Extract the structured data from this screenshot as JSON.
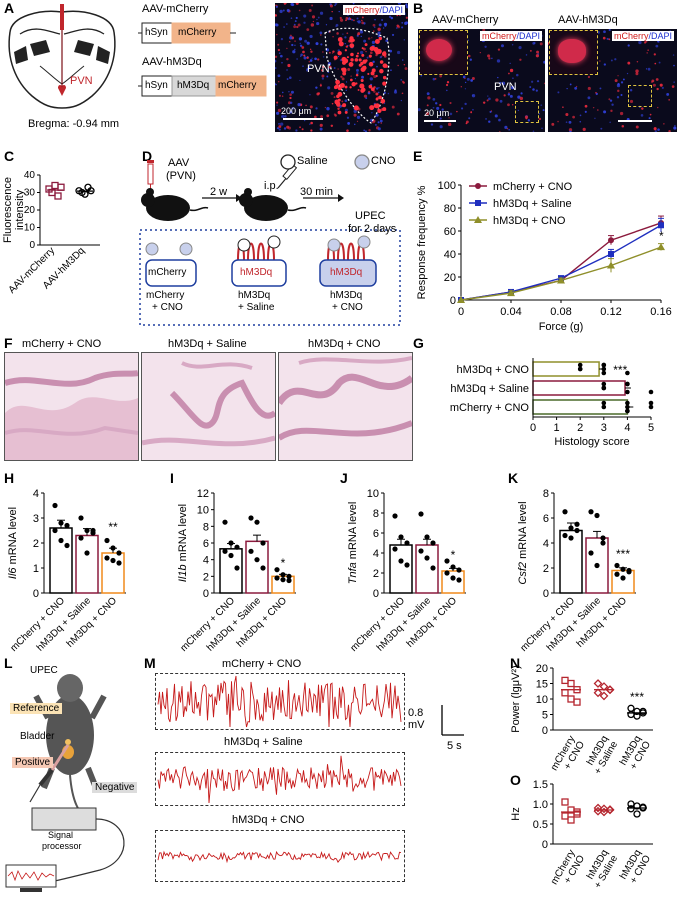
{
  "panels": {
    "A": {
      "label": "A",
      "pvn": "PVN",
      "bregma": "Bregma: -0.94 mm",
      "construct1_title": "AAV-mCherry",
      "construct2_title": "AAV-hM3Dq",
      "promoter": "hSyn",
      "mcherry": "mCherry",
      "hm3dq": "hM3Dq",
      "micro_label_red": "mCherry",
      "micro_label_blue": "/DAPI",
      "micro_pvn": "PVN",
      "scalebar": "200 μm"
    },
    "B": {
      "label": "B",
      "title1": "AAV-mCherry",
      "title2": "AAV-hM3Dq",
      "red": "mCherry",
      "blue": "/DAPI",
      "pvn": "PVN",
      "scalebar": "20 μm"
    },
    "C": {
      "label": "C",
      "ylabel": "Fluorescence intensity",
      "yticks": [
        "0",
        "10",
        "20",
        "30",
        "40"
      ],
      "xticks": [
        "AAV-mCherry",
        "AAV-hM3Dq"
      ]
    },
    "D": {
      "label": "D",
      "aav": "AAV",
      "aav2": "(PVN)",
      "saline": "Saline",
      "cno": "CNO",
      "step1": "2 w",
      "ip": "i.p.",
      "step2": "30 min",
      "upec1": "UPEC",
      "upec2": "for 2 days",
      "box1_inner": "mCherry",
      "box2_inner": "hM3Dq",
      "box3_inner": "hM3Dq",
      "box1_l1": "mCherry",
      "box1_l2": "+ CNO",
      "box2_l1": "hM3Dq",
      "box2_l2": "+ Saline",
      "box3_l1": "hM3Dq",
      "box3_l2": "+ CNO"
    },
    "E": {
      "label": "E"
    },
    "F": {
      "label": "F",
      "titles": [
        "mCherry + CNO",
        "hM3Dq + Saline",
        "hM3Dq + CNO"
      ]
    },
    "G": {
      "label": "G"
    },
    "H": {
      "label": "H"
    },
    "I": {
      "label": "I"
    },
    "J": {
      "label": "J"
    },
    "K": {
      "label": "K"
    },
    "L": {
      "label": "L",
      "upec": "UPEC",
      "reference": "Reference",
      "bladder": "Bladder",
      "positive": "Positive",
      "negative": "Negative",
      "signal1": "Signal",
      "signal2": "processor"
    },
    "M": {
      "label": "M",
      "traces": [
        "mCherry + CNO",
        "hM3Dq + Saline",
        "hM3Dq + CNO"
      ],
      "scale_v": "0.8 mV",
      "scale_t": "5 s",
      "amplitudes": [
        1.0,
        0.62,
        0.22
      ]
    },
    "N": {
      "label": "N"
    },
    "O": {
      "label": "O"
    }
  },
  "colors": {
    "mcherry_cno": "#8b1a3d",
    "hm3dq_saline": "#1f2fbf",
    "hm3dq_cno": "#8f8f2a",
    "bar_mch": "#000000",
    "bar_sal": "#8b1a3d",
    "bar_cno": "#f08a1c",
    "trace": "#c61a1a",
    "mcherry_fill": "#f2b48a",
    "dot_border": "#1f3f9f",
    "n_red": "#b5262f"
  },
  "chart_data": [
    {
      "id": "C",
      "type": "scatter",
      "ylabel": "Fluorescence intensity",
      "ylim": [
        0,
        40
      ],
      "categories": [
        "AAV-mCherry",
        "AAV-hM3Dq"
      ],
      "series": [
        {
          "values": [
            32,
            30,
            34,
            28,
            33
          ]
        },
        {
          "values": [
            31,
            30,
            29,
            33,
            31
          ]
        }
      ]
    },
    {
      "id": "E",
      "type": "line",
      "xlabel": "Force (g)",
      "ylabel": "Response frequency %",
      "xlim": [
        0,
        0.16
      ],
      "ylim": [
        0,
        100
      ],
      "xticks": [
        "0",
        "0.04",
        "0.08",
        "0.12",
        "0.16"
      ],
      "yticks": [
        "0",
        "20",
        "40",
        "60",
        "80",
        "100"
      ],
      "x": [
        0,
        0.04,
        0.08,
        0.12,
        0.16
      ],
      "legend_position": "top-left",
      "series": [
        {
          "name": "mCherry + CNO",
          "values": [
            0,
            7,
            17,
            52,
            67
          ],
          "err": [
            0,
            2,
            2,
            4,
            6
          ],
          "marker": "circle"
        },
        {
          "name": "hM3Dq + Saline",
          "values": [
            0,
            7,
            19,
            40,
            65
          ],
          "err": [
            0,
            2,
            2,
            4,
            6
          ],
          "marker": "square"
        },
        {
          "name": "hM3Dq + CNO",
          "values": [
            0,
            6,
            17,
            30,
            46
          ],
          "err": [
            0,
            2,
            2,
            6,
            3
          ],
          "marker": "triangle"
        }
      ],
      "annotations": [
        "*"
      ]
    },
    {
      "id": "G",
      "type": "bar",
      "orientation": "horizontal",
      "xlabel": "Histology score",
      "xlim": [
        0,
        5
      ],
      "xticks": [
        "0",
        "1",
        "2",
        "3",
        "4",
        "5"
      ],
      "categories": [
        "hM3Dq + CNO",
        "hM3Dq + Saline",
        "mCherry + CNO"
      ],
      "values": [
        2.8,
        3.9,
        4.0
      ],
      "points": [
        [
          2,
          2,
          3,
          3,
          3,
          4,
          3,
          2
        ],
        [
          3,
          3,
          4,
          4,
          3,
          5,
          4,
          3
        ],
        [
          3,
          4,
          4,
          5,
          5,
          4,
          4,
          3
        ]
      ],
      "annotations": [
        "***"
      ]
    },
    {
      "id": "H",
      "type": "bar",
      "ylabel": "Il6 mRNA level",
      "ylim": [
        0,
        4
      ],
      "yticks": [
        "0",
        "1",
        "2",
        "3",
        "4"
      ],
      "categories": [
        "mCherry + CNO",
        "hM3Dq + Saline",
        "hM3Dq + CNO"
      ],
      "values": [
        2.6,
        2.3,
        1.6
      ],
      "points": [
        [
          3.5,
          2.8,
          2.7,
          2.5,
          2.1,
          1.9
        ],
        [
          3.0,
          2.5,
          2.4,
          2.2,
          1.6,
          2.5
        ],
        [
          2.1,
          1.8,
          1.6,
          1.4,
          1.3,
          1.2
        ]
      ],
      "annotations": [
        "**"
      ]
    },
    {
      "id": "I",
      "type": "bar",
      "ylabel": "Il1b mRNA level",
      "ylim": [
        0,
        12
      ],
      "yticks": [
        "0",
        "2",
        "4",
        "6",
        "8",
        "10",
        "12"
      ],
      "categories": [
        "mCherry + CNO",
        "hM3Dq + Saline",
        "hM3Dq + CNO"
      ],
      "values": [
        5.3,
        6.2,
        2.0
      ],
      "points": [
        [
          8.5,
          6,
          5.5,
          5,
          4.5,
          3
        ],
        [
          9,
          8.5,
          6,
          5,
          4,
          3
        ],
        [
          2.8,
          2.2,
          2,
          1.8,
          1.6,
          1.5
        ]
      ],
      "annotations": [
        "*"
      ]
    },
    {
      "id": "J",
      "type": "bar",
      "ylabel": "Tnfa mRNA level",
      "ylim": [
        0,
        10
      ],
      "yticks": [
        "0",
        "2",
        "4",
        "6",
        "8",
        "10"
      ],
      "categories": [
        "mCherry + CNO",
        "hM3Dq + Saline",
        "hM3Dq + CNO"
      ],
      "values": [
        4.8,
        4.8,
        2.2
      ],
      "points": [
        [
          7.7,
          5.6,
          5,
          4.4,
          3.2,
          2.8
        ],
        [
          7.9,
          5.6,
          5,
          4.2,
          3.5,
          2.5
        ],
        [
          3.2,
          2.6,
          2.3,
          2,
          1.5,
          1.3
        ]
      ],
      "annotations": [
        "*"
      ]
    },
    {
      "id": "K",
      "type": "bar",
      "ylabel": "Csf2 mRNA level",
      "ylim": [
        0,
        8
      ],
      "yticks": [
        "0",
        "2",
        "4",
        "6",
        "8"
      ],
      "categories": [
        "mCherry + CNO",
        "hM3Dq + Saline",
        "hM3Dq + CNO"
      ],
      "values": [
        5.0,
        4.4,
        1.8
      ],
      "points": [
        [
          6.5,
          5.2,
          5,
          4.6,
          4.4,
          5.5
        ],
        [
          6.5,
          6.2,
          4.4,
          3.2,
          2.2,
          4.0
        ],
        [
          2.2,
          1.9,
          1.7,
          1.5,
          1.2,
          1.8
        ]
      ],
      "annotations": [
        "***"
      ]
    },
    {
      "id": "N",
      "type": "scatter",
      "ylabel": "Power (lgμV²)",
      "ylim": [
        0,
        20
      ],
      "yticks": [
        "0",
        "5",
        "10",
        "15",
        "20"
      ],
      "categories": [
        "mCherry + CNO",
        "hM3Dq + Saline",
        "hM3Dq + CNO"
      ],
      "values": [
        13,
        13,
        5.5
      ],
      "points": [
        [
          16,
          15,
          13,
          12,
          10,
          9
        ],
        [
          15,
          14,
          13,
          12,
          11,
          13
        ],
        [
          7,
          6,
          5.5,
          5,
          4.5,
          6
        ]
      ],
      "annotations": [
        "***"
      ]
    },
    {
      "id": "O",
      "type": "scatter",
      "ylabel": "Hz",
      "ylim": [
        0,
        1.5
      ],
      "yticks": [
        "0",
        "0.5",
        "1.0",
        "1.5"
      ],
      "categories": [
        "mCherry + CNO",
        "hM3Dq + Saline",
        "hM3Dq + CNO"
      ],
      "values": [
        0.8,
        0.85,
        0.9
      ],
      "points": [
        [
          1.05,
          0.85,
          0.8,
          0.7,
          0.6,
          0.75
        ],
        [
          0.9,
          0.88,
          0.85,
          0.82,
          0.8,
          0.86
        ],
        [
          1.0,
          0.95,
          0.92,
          0.88,
          0.75,
          0.9
        ]
      ]
    }
  ]
}
